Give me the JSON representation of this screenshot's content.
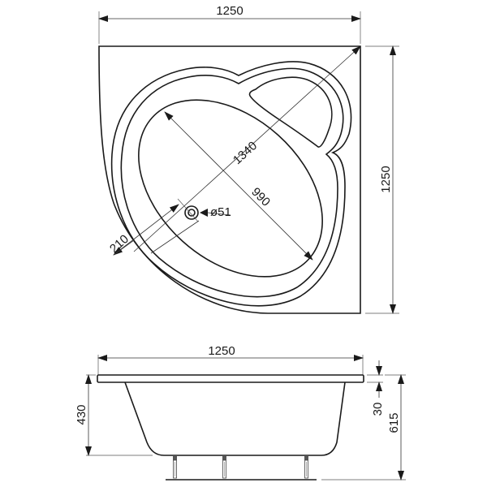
{
  "top_view": {
    "width_label": "1250",
    "height_label": "1250",
    "diagonal_label": "1340",
    "inner_bowl_label": "990",
    "rim_label": "210",
    "drain_label": "ø51"
  },
  "side_view": {
    "width_label": "1250",
    "tub_depth_label": "430",
    "rim_thickness_label": "30",
    "total_height_label": "615"
  },
  "colors": {
    "line": "#1a1a1a",
    "background": "#ffffff"
  }
}
